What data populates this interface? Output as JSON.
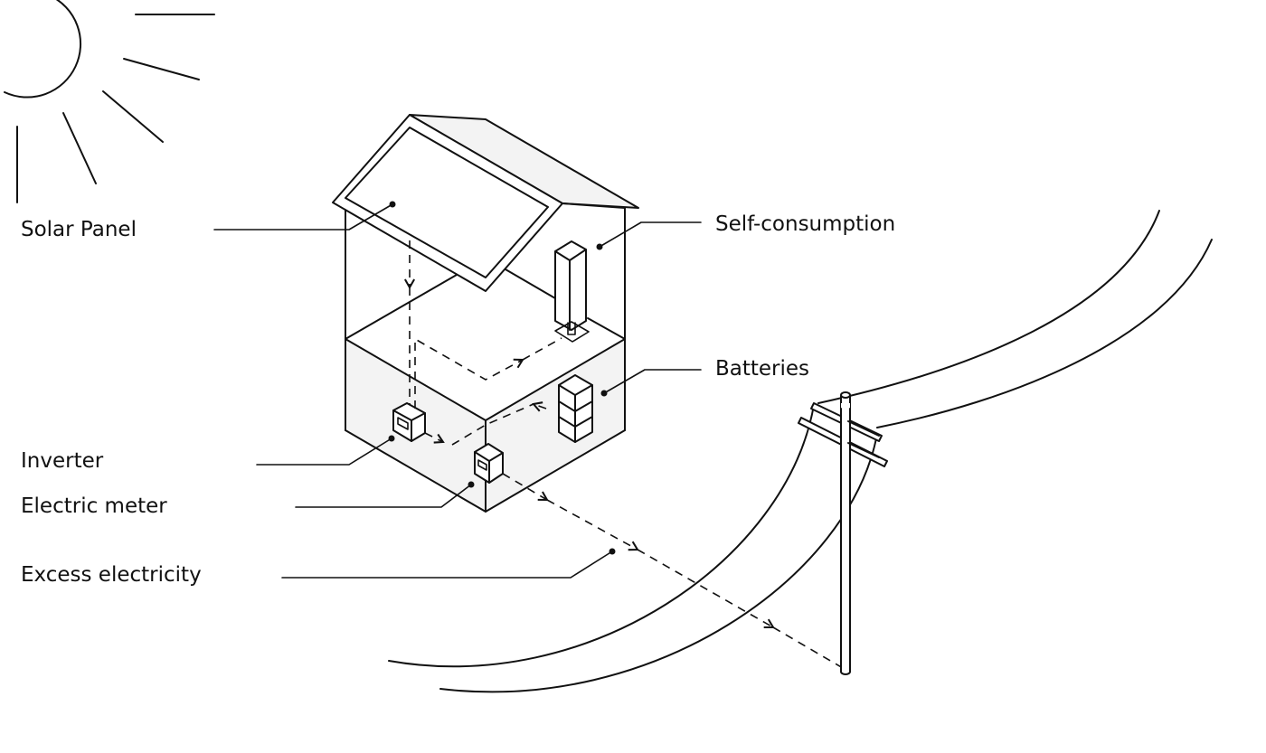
{
  "labels": {
    "solar_panel": "Solar Panel",
    "self_consumption": "Self-consumption",
    "batteries": "Batteries",
    "inverter": "Inverter",
    "electric_meter": "Electric meter",
    "excess_electricity": "Excess electricity"
  },
  "colors": {
    "line": "#111111",
    "shade": "#f3f3f3",
    "background": "#ffffff"
  }
}
